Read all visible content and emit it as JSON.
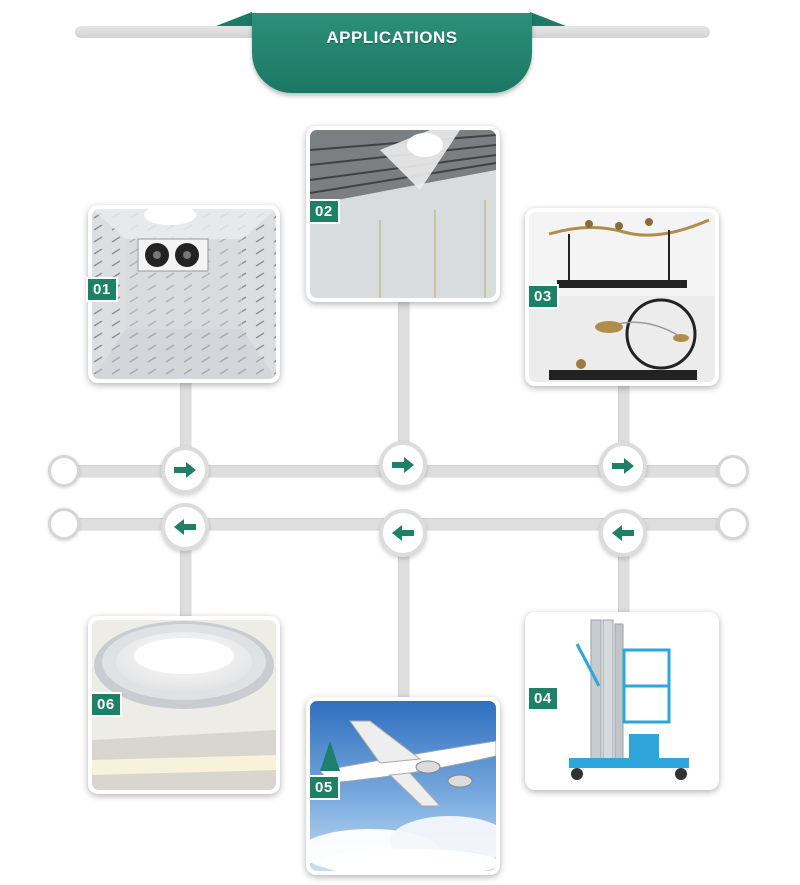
{
  "header": {
    "title": "APPLICATIONS"
  },
  "colors": {
    "accent": "#1f8068",
    "line": "#dedede"
  },
  "applications": [
    {
      "number": "01",
      "scene": "cold-room-interior"
    },
    {
      "number": "02",
      "scene": "warehouse-ceiling"
    },
    {
      "number": "03",
      "scene": "decorative-ornaments"
    },
    {
      "number": "04",
      "scene": "aerial-work-platform"
    },
    {
      "number": "05",
      "scene": "airplane"
    },
    {
      "number": "06",
      "scene": "ceiling-lamp"
    }
  ],
  "arrows": {
    "top_row": "arrow-right-icon",
    "bottom_row": "arrow-left-icon"
  }
}
